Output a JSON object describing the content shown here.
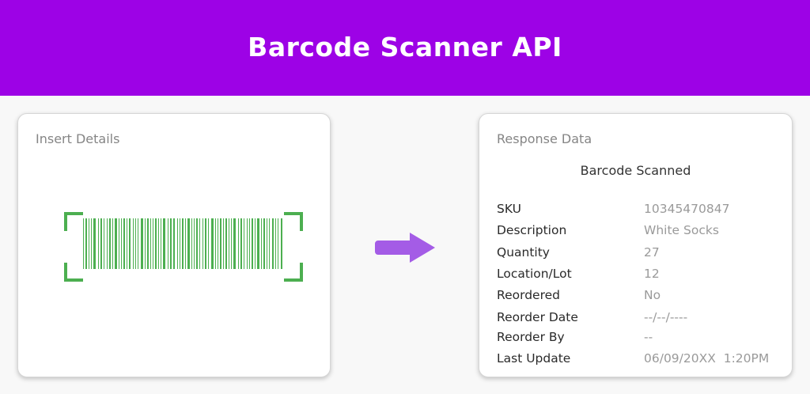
{
  "header": {
    "title": "Barcode Scanner API"
  },
  "colors": {
    "header_bg": "#9d02e6",
    "barcode": "#4caf50",
    "arrow": "#a45ce6"
  },
  "left_card": {
    "title": "Insert Details",
    "icon": "barcode-scan-icon"
  },
  "arrow_icon": "arrow-right-icon",
  "right_card": {
    "title": "Response Data",
    "subtitle": "Barcode Scanned",
    "rows": [
      {
        "label": "SKU",
        "value": "10345470847"
      },
      {
        "label": "Description",
        "value": "White Socks"
      },
      {
        "label": "Quantity",
        "value": "27"
      },
      {
        "label": "Location/Lot",
        "value": "12"
      },
      {
        "label": "Reordered",
        "value": "No"
      },
      {
        "label": "Reorder Date",
        "value": "--/--/----"
      },
      {
        "label": "Reorder By",
        "value": "--"
      },
      {
        "label": "Last Update",
        "value": "06/09/20XX  1:20PM"
      }
    ]
  }
}
